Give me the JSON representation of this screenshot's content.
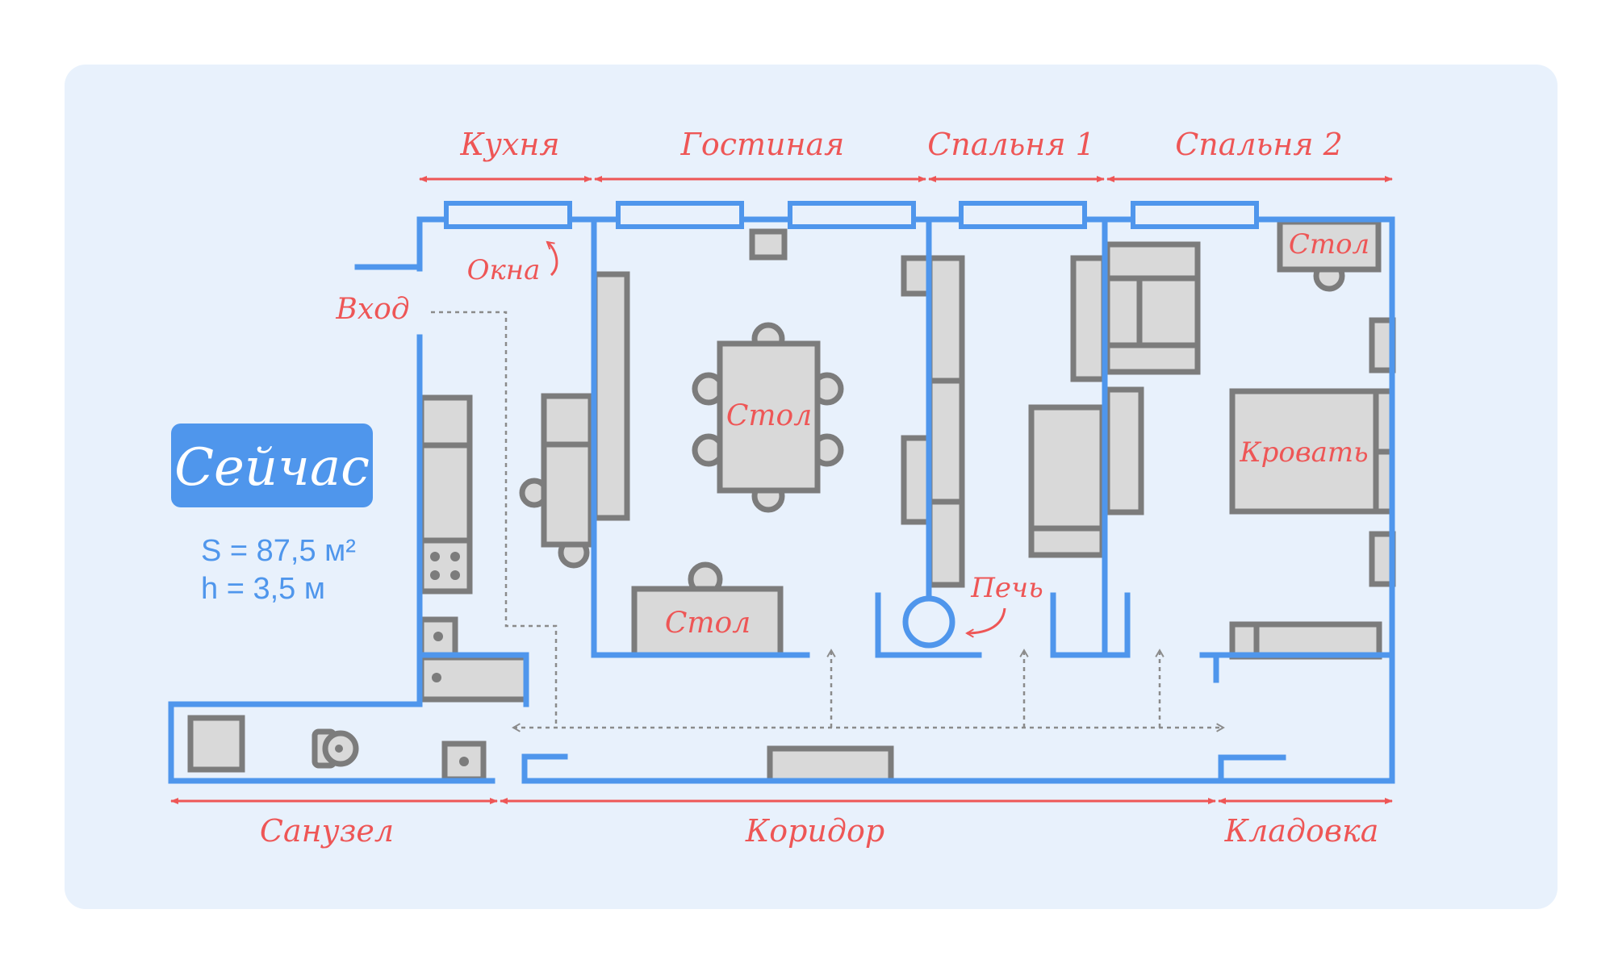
{
  "badge": {
    "label": "Сейчас"
  },
  "stats": {
    "area": "S = 87,5 м²",
    "height": "h = 3,5 м"
  },
  "rooms": {
    "kitchen": "Кухня",
    "living": "Гостиная",
    "bedroom1": "Спальня 1",
    "bedroom2": "Спальня 2",
    "bathroom": "Санузел",
    "corridor": "Коридор",
    "storage": "Кладовка"
  },
  "annotations": {
    "windows": "Окна",
    "entrance": "Вход",
    "stove": "Печь",
    "table_dining": "Стол",
    "table_living": "Стол",
    "table_bedroom": "Стол",
    "bed": "Кровать"
  },
  "colors": {
    "background_panel": "#e8f1fc",
    "walls": "#4f96ec",
    "labels": "#ee5656",
    "furniture_fill": "#d9d9d9",
    "furniture_stroke": "#7c7c7c",
    "badge": "#4f96ec"
  }
}
